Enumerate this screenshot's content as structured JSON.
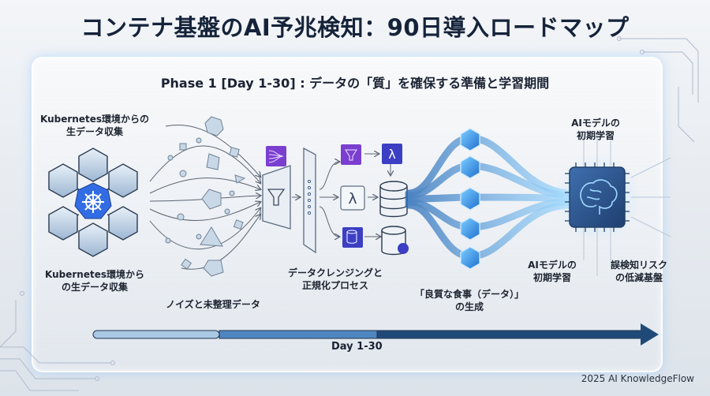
{
  "header": {
    "title": "コンテナ基盤のAI予兆検知：90日導入ロードマップ",
    "phase_title": "Phase 1 [Day 1-30] : データの「質」を確保する準備と学習期間"
  },
  "stages": {
    "k8s_top_line1": "Kubernetes環境からの",
    "k8s_top_line2": "生データ収集",
    "k8s_bottom_line1": "Kubernetes環境から",
    "k8s_bottom_line2": "の生データ収集",
    "noise": "ノイズと未整理データ",
    "cleansing_line1": "データクレンジングと",
    "cleansing_line2": "正規化プロセス",
    "quality_line1": "「良質な食事（データ）」",
    "quality_line2": "の生成",
    "ai_top_line1": "AIモデルの",
    "ai_top_line2": "初期学習",
    "ai_bottom_line1": "AIモデルの",
    "ai_bottom_line2": "初期学習",
    "risk_line1": "誤検知リスク",
    "risk_line2": "の低減基盤"
  },
  "icons": [
    "kubernetes-icon",
    "cube-icon",
    "crystal-icon",
    "kinesis-icon",
    "funnel-icon",
    "splitter-icon",
    "glue-icon",
    "lambda-icon",
    "database-icon",
    "brain-chip-icon"
  ],
  "timeline": {
    "label": "Day 1-30",
    "segments": [
      "#a9c8e4",
      "#4f86c0",
      "#1f4a78"
    ]
  },
  "footer": {
    "credit": "2025 AI KnowledgeFlow"
  },
  "colors": {
    "title": "#15233a",
    "accent_blue": "#2f6fc4",
    "purple": "#7b3fd0",
    "glow": "#8fd3ff"
  }
}
